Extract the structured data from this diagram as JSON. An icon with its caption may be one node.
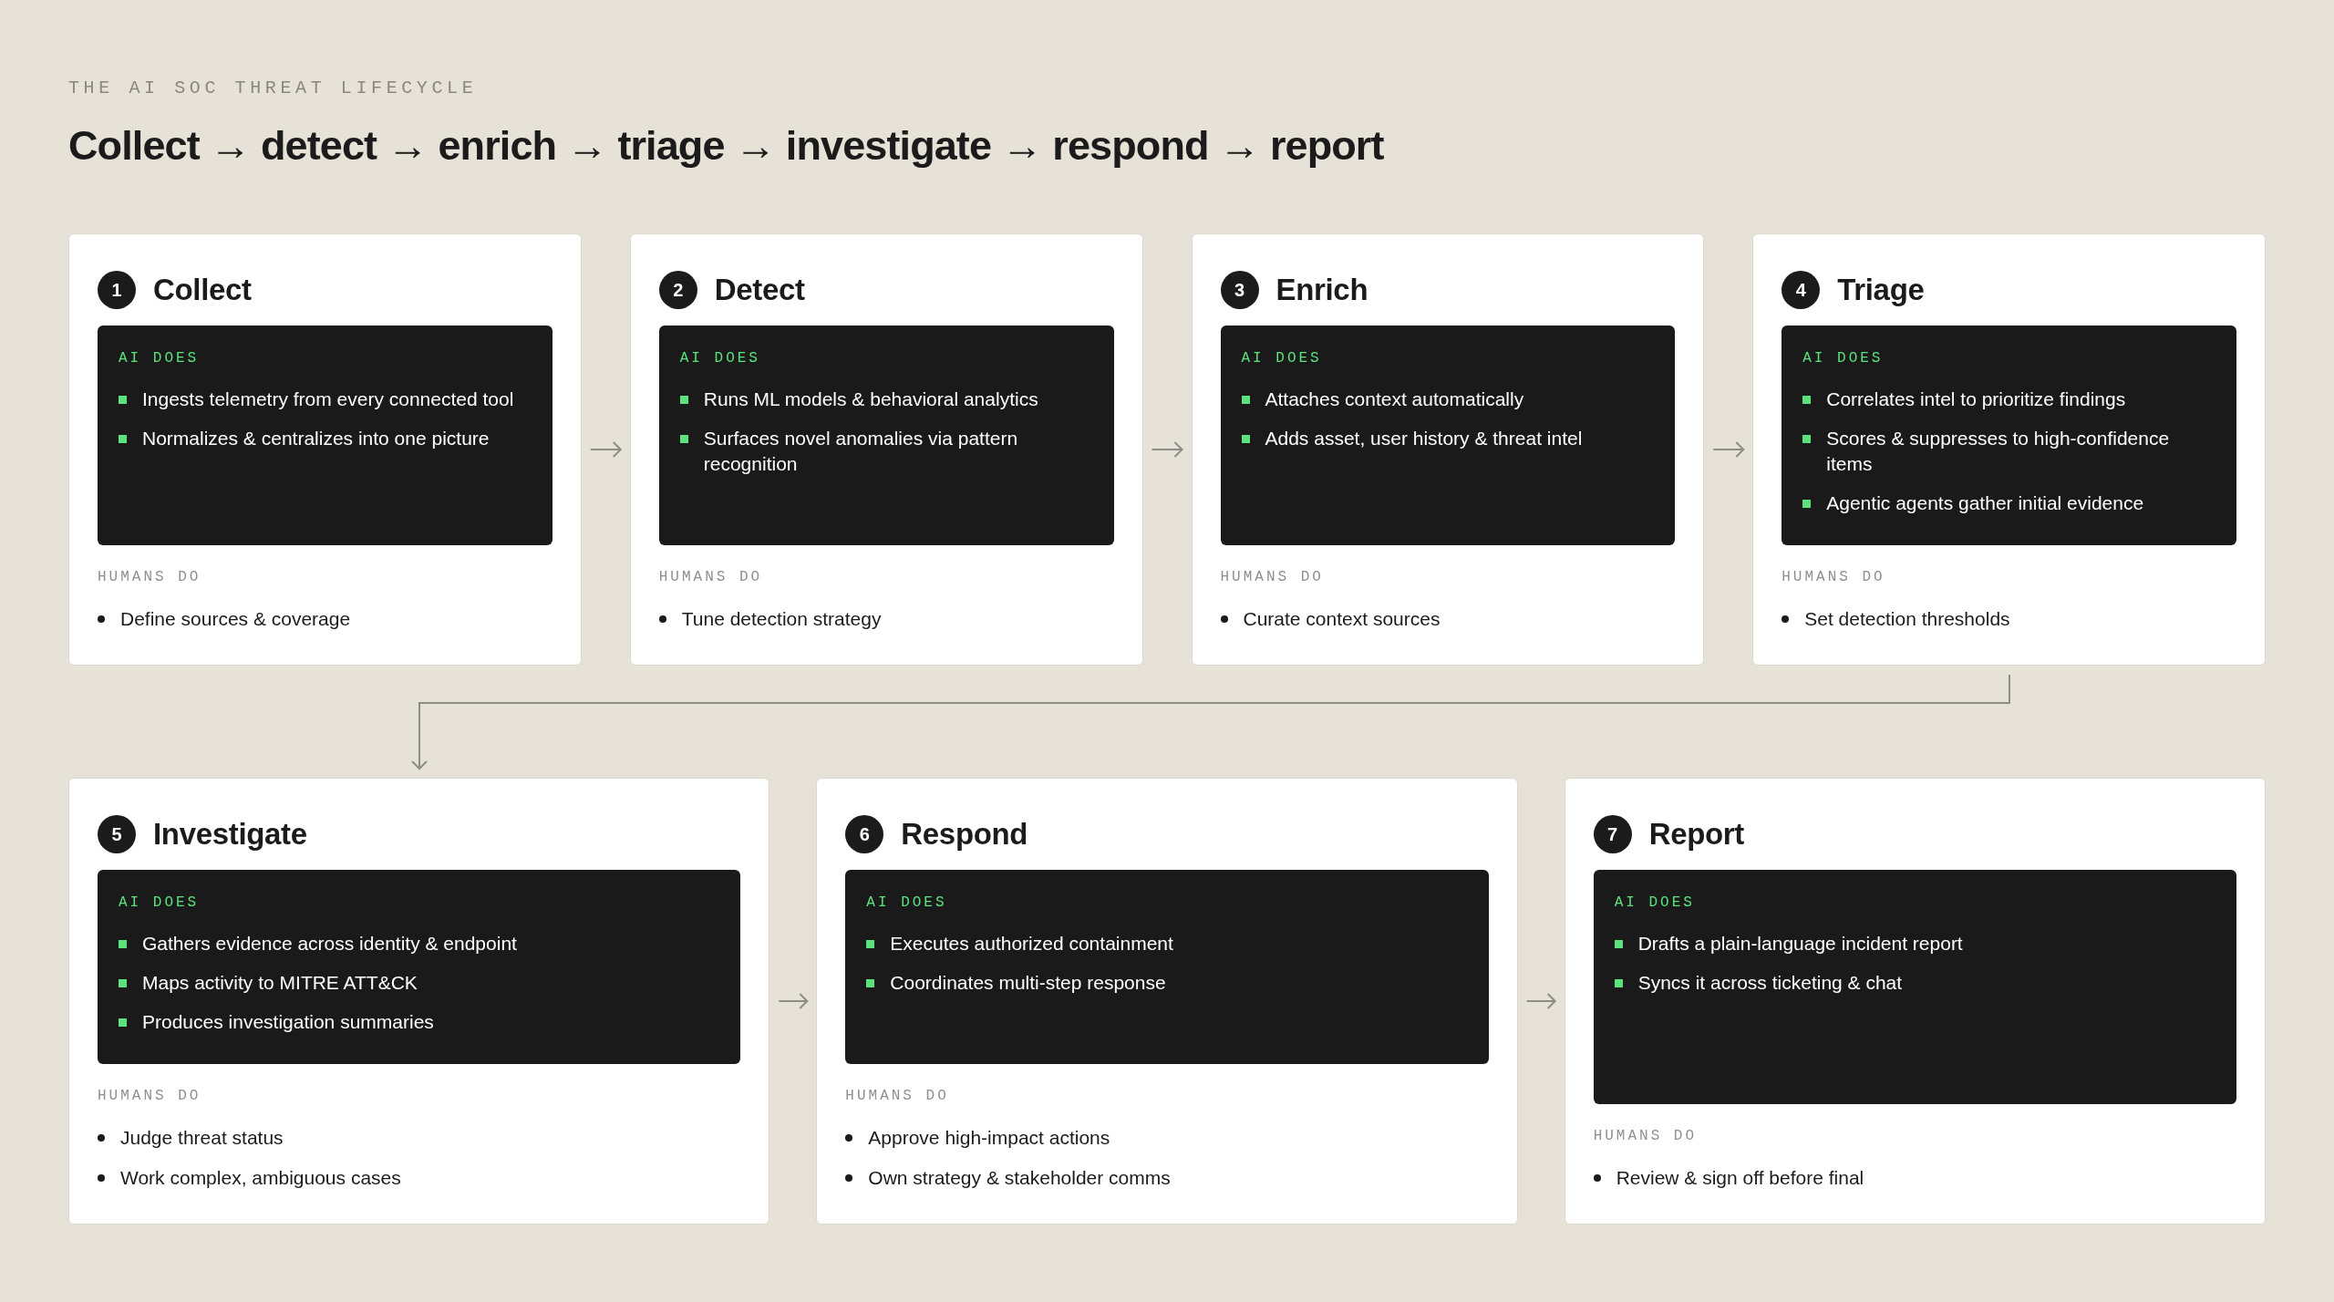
{
  "diagram": {
    "title": "Collect → detect → enrich → triage → investigate → respond → report",
    "nodes": [
      {
        "text": [
          "Collect",
          "HUMANS DO",
          "Define sources & coverage"
        ]
      },
      {
        "text": [
          "1"
        ],
        "in": 0
      },
      {
        "text": [
          "AI DOES",
          "Ingests telemetry from every connected tool",
          "Normalizes & centralizes into one picture"
        ],
        "in": 0
      },
      {
        "text": [
          "Detect",
          "HUMANS DO",
          "Tune detection strategy"
        ]
      },
      {
        "text": [
          "2"
        ],
        "in": 3
      },
      {
        "text": [
          "AI DOES",
          "Runs ML models & behavioral analytics",
          "Surfaces novel anomalies via pattern recognition"
        ],
        "in": 3
      },
      {
        "text": [
          "Enrich",
          "HUMANS DO",
          "Curate context sources"
        ]
      },
      {
        "text": [
          "3"
        ],
        "in": 6
      },
      {
        "text": [
          "AI DOES",
          "Attaches context automatically",
          "Adds asset, user history & threat intel"
        ],
        "in": 6
      },
      {
        "text": [
          "Triage",
          "HUMANS DO",
          "Set detection thresholds"
        ]
      },
      {
        "text": [
          "4"
        ],
        "in": 9
      },
      {
        "text": [
          "AI DOES",
          "Correlates intel to prioritize findings",
          "Scores & suppresses to high-confidence items",
          "Agentic agents gather initial evidence"
        ],
        "in": 9
      },
      {
        "text": [
          "Investigate",
          "HUMANS DO",
          "Judge threat status",
          "Work complex, ambiguous cases"
        ]
      },
      {
        "text": [
          "5"
        ],
        "in": 12
      },
      {
        "text": [
          "AI DOES",
          "Gathers evidence across identity & endpoint",
          "Maps activity to MITRE ATT&CK",
          "Produces investigation summaries"
        ],
        "in": 12
      },
      {
        "text": [
          "Respond",
          "HUMANS DO",
          "Approve high-impact actions",
          "Own strategy & stakeholder comms"
        ]
      },
      {
        "text": [
          "6"
        ],
        "in": 15
      },
      {
        "text": [
          "AI DOES",
          "Executes authorized containment",
          "Coordinates multi-step response"
        ],
        "in": 15
      },
      {
        "text": [
          "Report",
          "HUMANS DO",
          "Review & sign off before final"
        ]
      },
      {
        "text": [
          "7"
        ],
        "in": 18
      },
      {
        "text": [
          "AI DOES",
          "Drafts a plain-language incident report",
          "Syncs it across ticketing & chat"
        ],
        "in": 18
      }
    ],
    "edges": [
      {
        "from": 0,
        "to": 3,
        "arrow": "to"
      },
      {
        "from": 3,
        "to": 6,
        "arrow": "to"
      },
      {
        "from": 6,
        "to": 9,
        "arrow": "to"
      },
      {
        "from": 9,
        "to": 12,
        "arrow": "to"
      },
      {
        "from": 12,
        "to": 15,
        "arrow": "to"
      },
      {
        "from": 15,
        "to": 18,
        "arrow": "to"
      }
    ],
    "labels": [
      "THE AI SOC THREAT LIFECYCLE"
    ]
  }
}
